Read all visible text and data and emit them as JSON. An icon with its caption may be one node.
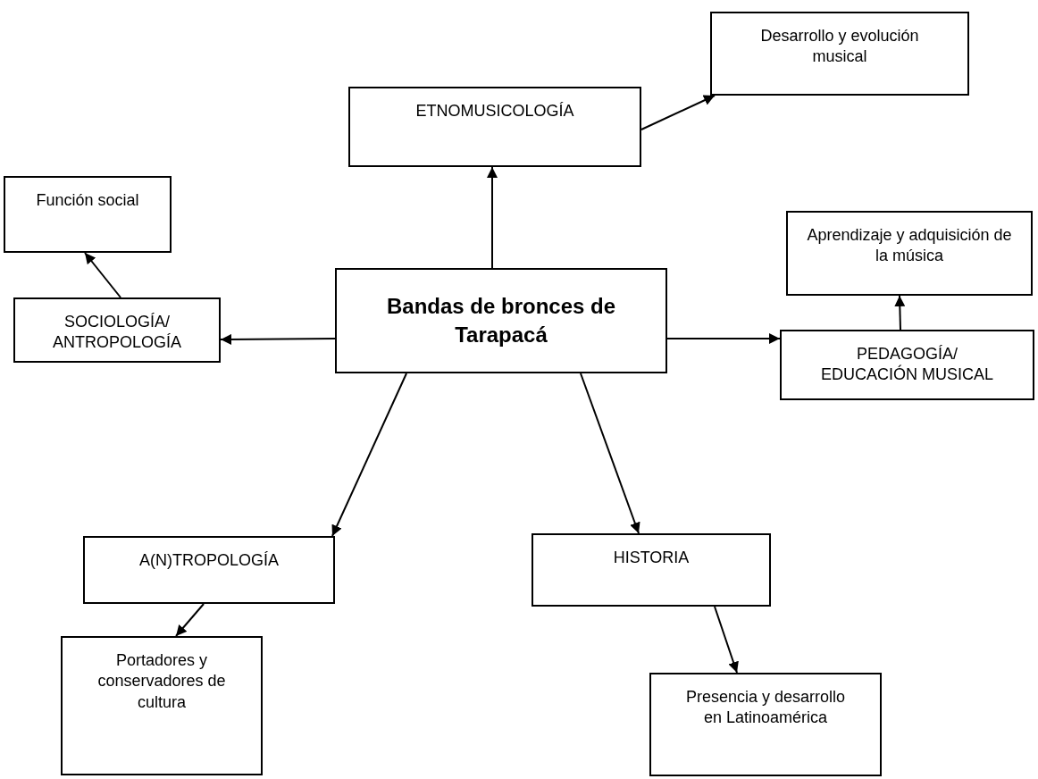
{
  "diagram": {
    "nodes": [
      {
        "text": [
          "Bandas de bronces de Tarapacá"
        ]
      },
      {
        "text": [
          "ETNOMUSICOLOGÍA"
        ]
      },
      {
        "text": [
          "Desarrollo y evolución musical"
        ]
      },
      {
        "text": [
          "Función social"
        ]
      },
      {
        "text": [
          "SOCIOLOGÍA/ ANTROPOLOGÍA"
        ]
      },
      {
        "text": [
          "Aprendizaje y adquisición de la música"
        ]
      },
      {
        "text": [
          "PEDAGOGÍA/ EDUCACIÓN MUSICAL"
        ]
      },
      {
        "text": [
          "A(N)TROPOLOGÍA"
        ]
      },
      {
        "text": [
          "HISTORIA"
        ]
      },
      {
        "text": [
          "Portadores y conservadores de cultura"
        ]
      },
      {
        "text": [
          "Presencia y desarrollo en Latinoamérica"
        ]
      }
    ],
    "edges": [
      {
        "from": 0,
        "to": 1,
        "arrow": "to"
      },
      {
        "from": 1,
        "to": 2,
        "arrow": "to"
      },
      {
        "from": 0,
        "to": 4,
        "arrow": "to"
      },
      {
        "from": 4,
        "to": 3,
        "arrow": "to"
      },
      {
        "from": 0,
        "to": 6,
        "arrow": "to"
      },
      {
        "from": 6,
        "to": 5,
        "arrow": "to"
      },
      {
        "from": 0,
        "to": 7,
        "arrow": "to"
      },
      {
        "from": 0,
        "to": 8,
        "arrow": "to"
      },
      {
        "from": 7,
        "to": 9,
        "arrow": "to"
      },
      {
        "from": 8,
        "to": 10,
        "arrow": "to"
      }
    ]
  }
}
